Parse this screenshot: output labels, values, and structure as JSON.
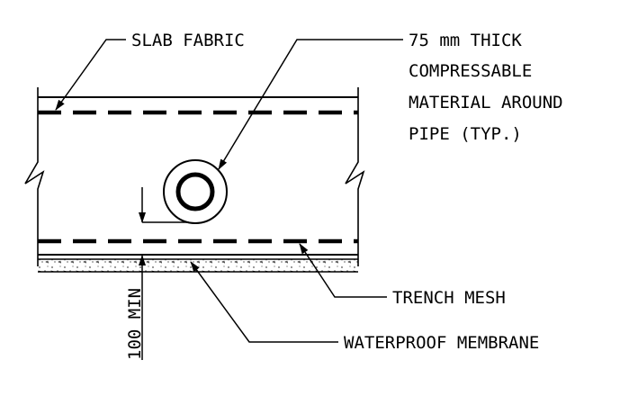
{
  "labels": {
    "slab_fabric": "SLAB FABRIC",
    "compressible_material": [
      "75 mm THICK",
      "COMPRESSABLE",
      "MATERIAL AROUND",
      "PIPE (TYP.)"
    ],
    "trench_mesh": "TRENCH MESH",
    "waterproof_membrane": "WATERPROOF MEMBRANE",
    "dimension_min": "100 MIN"
  },
  "colors": {
    "line": "#000000",
    "background": "#ffffff"
  }
}
